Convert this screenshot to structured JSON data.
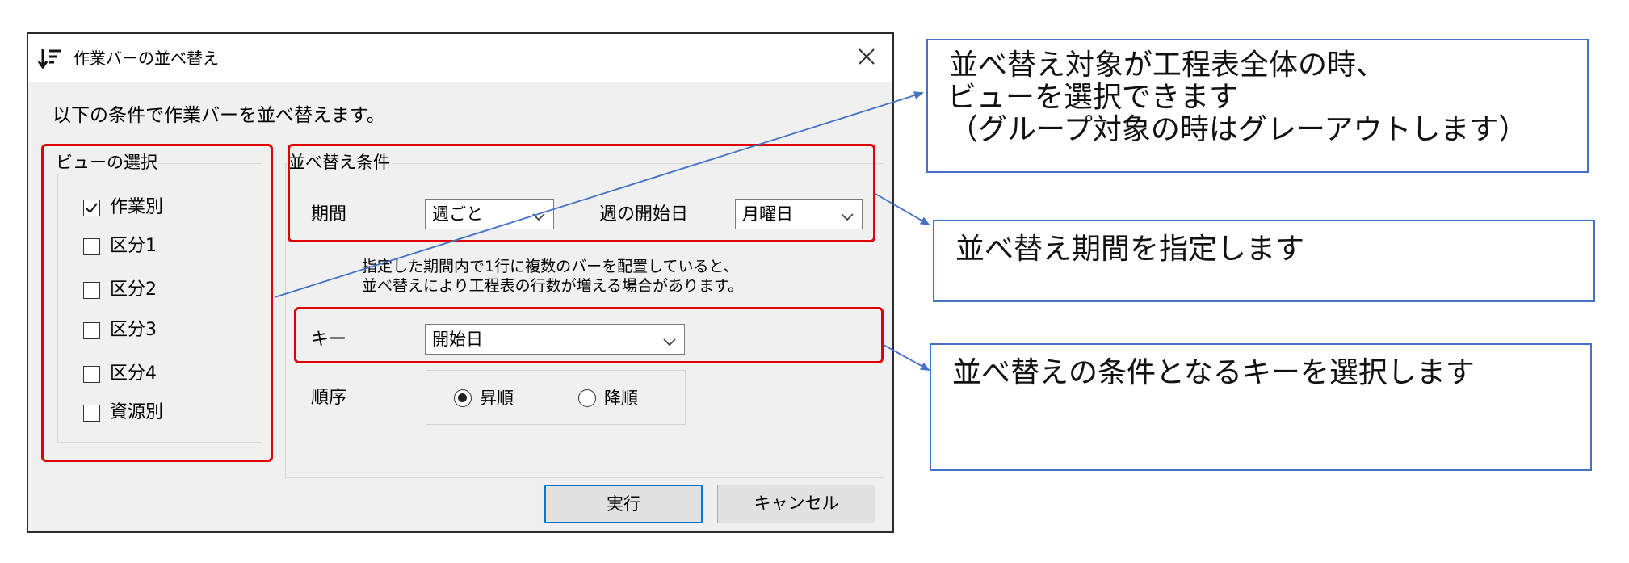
{
  "dialog": {
    "title": "作業バーの並べ替え",
    "instruction": "以下の条件で作業バーを並べ替えます。",
    "view_group": {
      "legend": "ビューの選択",
      "items": [
        {
          "label": "作業別",
          "checked": true
        },
        {
          "label": "区分1",
          "checked": false
        },
        {
          "label": "区分2",
          "checked": false
        },
        {
          "label": "区分3",
          "checked": false
        },
        {
          "label": "区分4",
          "checked": false
        },
        {
          "label": "資源別",
          "checked": false
        }
      ]
    },
    "sort_group": {
      "legend": "並べ替え条件",
      "period_label": "期間",
      "period_value": "週ごと",
      "week_start_label": "週の開始日",
      "week_start_value": "月曜日",
      "note_line1": "指定した期間内で1行に複数のバーを配置していると、",
      "note_line2": "並べ替えにより工程表の行数が増える場合があります。",
      "key_label": "キー",
      "key_value": "開始日",
      "order_label": "順序",
      "order_options": [
        {
          "label": "昇順",
          "selected": true
        },
        {
          "label": "降順",
          "selected": false
        }
      ]
    },
    "buttons": {
      "execute": "実行",
      "cancel": "キャンセル"
    }
  },
  "callouts": {
    "view": {
      "line1": "並べ替え対象が工程表全体の時、",
      "line2": "ビューを選択できます",
      "line3": "（グループ対象の時はグレーアウトします）"
    },
    "period": {
      "line1": "並べ替え期間を指定します"
    },
    "key": {
      "line1": "並べ替えの条件となるキーを選択します"
    }
  },
  "colors": {
    "highlight": "#e00000",
    "callout_border": "#4472c4",
    "accent": "#0078d7"
  }
}
